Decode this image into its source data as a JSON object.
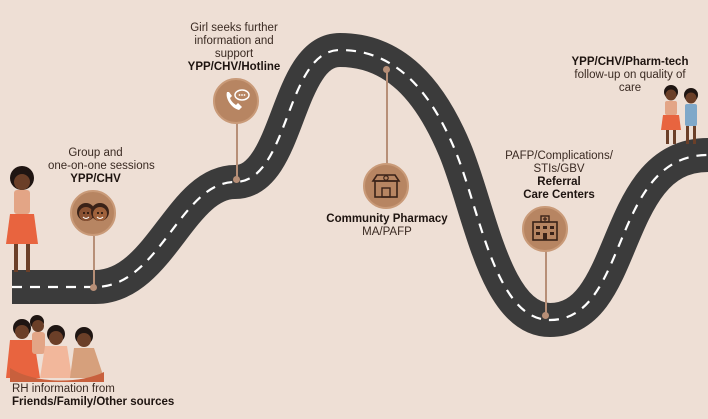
{
  "milestones": {
    "rh_info": {
      "line1": "RH information from",
      "line2": "Friends/Family/Other sources"
    },
    "sessions": {
      "line1": "Group and",
      "line2": "one-on-one sessions",
      "line3": "YPP/CHV",
      "icon": "faces-icon"
    },
    "further_info": {
      "line1": "Girl seeks further",
      "line2": "information and",
      "line3": "support",
      "line4": "YPP/CHV/Hotline",
      "icon": "phone-chat-icon"
    },
    "pharmacy": {
      "line1": "Community Pharmacy",
      "line2": "MA/PAFP",
      "icon": "pharmacy-shop-icon"
    },
    "referral": {
      "line1": "PAFP/Complications/",
      "line2": "STIs/GBV",
      "line3": "Referral",
      "line4": "Care Centers",
      "icon": "hospital-icon"
    },
    "followup": {
      "line1": "YPP/CHV/Pharm-tech",
      "line2": "follow-up on quality of",
      "line3": "care"
    }
  },
  "colors": {
    "background": "#eedfd5",
    "road": "#3b3b3b",
    "road_dash": "#ffffff",
    "circle": "#b78562",
    "stem": "#b78f77",
    "skin": "#6b3f28",
    "skirt": "#e8643f"
  }
}
